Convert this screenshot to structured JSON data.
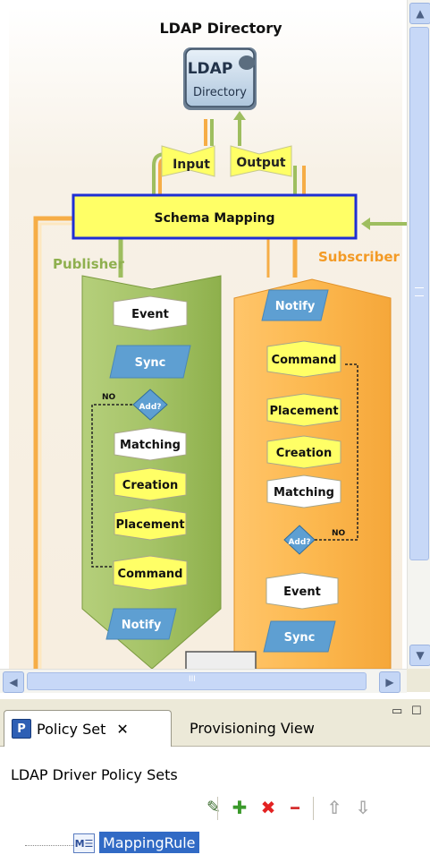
{
  "diagram": {
    "title": "LDAP Directory",
    "directory_icon_line1": "LDAP",
    "directory_icon_line2": "Directory",
    "input": "Input",
    "output": "Output",
    "schema_mapping": "Schema Mapping",
    "publisher_label": "Publisher",
    "subscriber_label": "Subscriber",
    "publisher_steps": [
      "Event",
      "Sync",
      "Add?",
      "Matching",
      "Creation",
      "Placement",
      "Command",
      "Notify"
    ],
    "publisher_no": "NO",
    "subscriber_steps": [
      "Notify",
      "Command",
      "Placement",
      "Creation",
      "Matching",
      "Add?",
      "Event",
      "Sync"
    ],
    "subscriber_no": "NO"
  },
  "scroll": {
    "up": "▲",
    "down": "▼",
    "left": "◀",
    "right": "▶",
    "grip": "III"
  },
  "tabs": {
    "policy_icon": "P",
    "policy_label": "Policy Set",
    "policy_close": "✕",
    "provisioning_label": "Provisioning View"
  },
  "window_buttons": {
    "minimize": "▭",
    "maximize": "☐"
  },
  "panel": {
    "title": "LDAP Driver Policy Sets"
  },
  "toolbar": {
    "edit": "✎",
    "add": "✚",
    "delete": "✖",
    "remove": "━",
    "up": "⇧",
    "down": "⇩"
  },
  "tree": {
    "icon": "M☰",
    "item": "MappingRule"
  },
  "colors": {
    "publisher_green": "#9ebe5f",
    "subscriber_orange": "#f6ad46",
    "schema_yellow": "#ffff66",
    "step_blue": "#5e9fd2",
    "selection": "#316ac5"
  }
}
